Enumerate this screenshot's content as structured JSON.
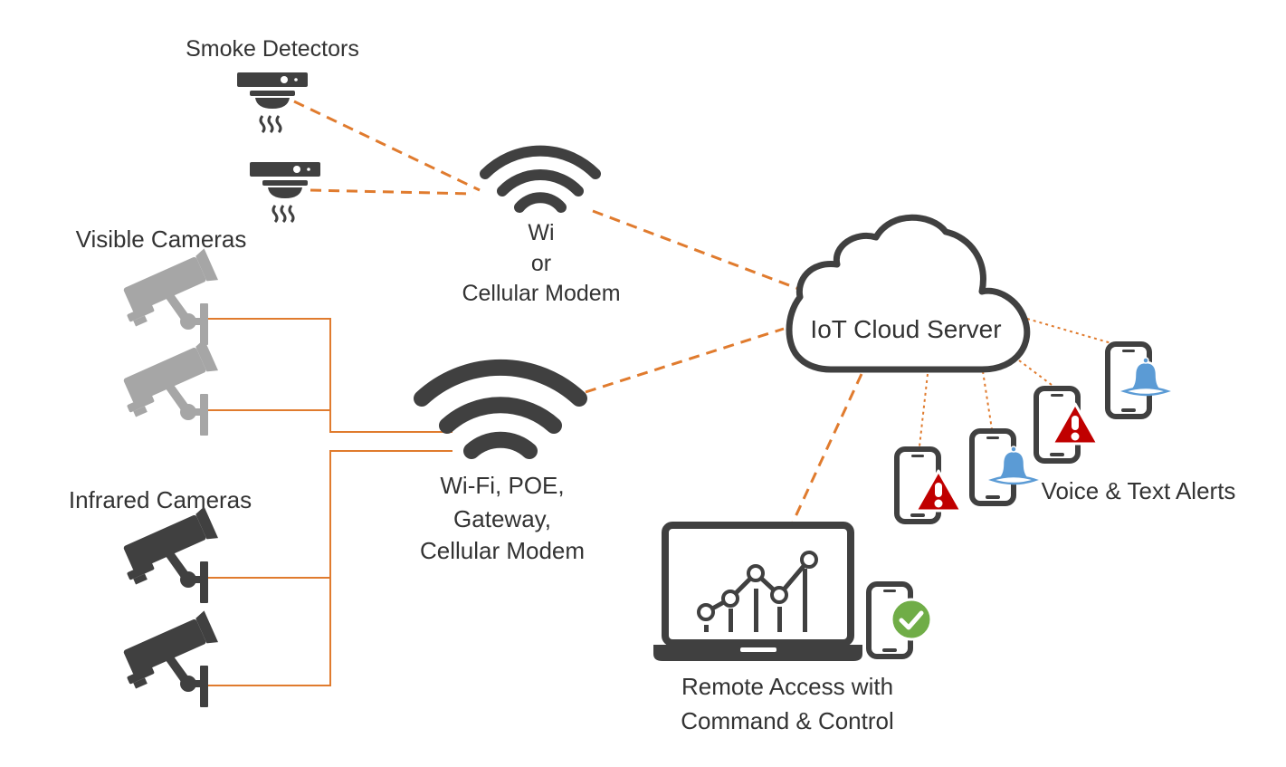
{
  "labels": {
    "smoke_detectors": "Smoke Detectors",
    "visible_cameras": "Visible Cameras",
    "infrared_cameras": "Infrared Cameras",
    "wifi_modem": [
      "Wi",
      "or",
      "Cellular Modem"
    ],
    "gateway": [
      "Wi-Fi, POE,",
      "Gateway,",
      "Cellular Modem"
    ],
    "cloud_server": "IoT Cloud Server",
    "alerts": "Voice & Text Alerts",
    "remote_access": [
      "Remote Access with",
      "Command & Control"
    ]
  },
  "colors": {
    "orange": "#e07b2e",
    "dark_icon": "#404040",
    "light_camera": "#a6a6a6",
    "alert_red": "#c00000",
    "bell_blue": "#5b9bd5",
    "check_green": "#70ad47"
  },
  "icons": {
    "smoke_detector": "smoke-detector-icon",
    "camera": "security-camera-icon",
    "wifi": "wifi-icon",
    "cloud": "cloud-icon",
    "phone": "smartphone-icon",
    "laptop": "laptop-chart-icon",
    "warning": "warning-icon",
    "bell": "bell-icon",
    "check": "check-icon"
  }
}
